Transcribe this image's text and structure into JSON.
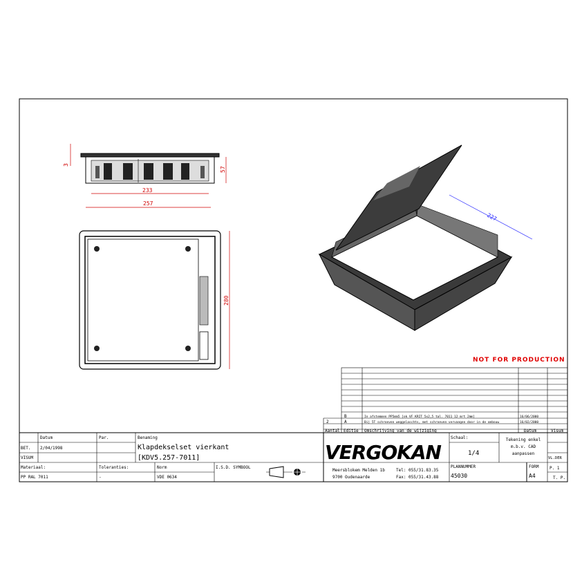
{
  "dimensions": {
    "d3": "3",
    "d57": "57",
    "d233": "233",
    "d257": "257",
    "d280": "280",
    "d227": "227"
  },
  "notice": "NOT FOR PRODUCTION",
  "revisions": {
    "rows": [
      {
        "aantal": "",
        "editie": "B",
        "omschrijving": "In afstemmen PP5mm5 [ok VF KRIT 5x2,5 tal. 7011 12 mrt 2mm]",
        "datum": "16/06/2000",
        "visum": ""
      },
      {
        "aantal": "2",
        "editie": "A",
        "omschrijving": "Bij 5T schroeven weggelaschts, met schroeven vervangen door in de ombouw",
        "datum": "16/02/2000",
        "visum": ""
      }
    ],
    "headers": {
      "aantal": "Aantal",
      "editie": "Editie",
      "omschrijving": "Omschrijving van de wijziging",
      "datum": "Datum",
      "visum": "Visum"
    }
  },
  "title_block": {
    "datum_label": "Datum",
    "par_label": "Par.",
    "benaming_label": "Benaming",
    "bet_label": "BET.",
    "bet_date": "2/04/1998",
    "visum_label": "VISUM",
    "title_line1": "Klapdekselset vierkant",
    "title_line2": "[KDV5.257-7011]",
    "materiaal_label": "Materiaal:",
    "materiaal_value": "PP RAL 7011",
    "toleranties_label": "Toleranties:",
    "toleranties_value": "-",
    "norm_label": "Norm",
    "norm_value": "VDE 0634",
    "isd_label": "I.S.D. SYMBOOL",
    "company_logo": "VERGOKAN",
    "address_line1": "Meersblokem Melden 1b",
    "address_line2": "9700 Oudenaarde",
    "tel": "Tel: 055/31.83.35",
    "fax": "Fax: 055/31.43.88",
    "schaal_label": "Schaal:",
    "schaal_value": "1/4",
    "note_line1": "Tekening enkel",
    "note_line2": "m.b.v. CAD",
    "note_line3": "aanpassen",
    "planummer_label": "PLANNUMMER",
    "planummer_value": "45030",
    "form_label": "FORM",
    "form_value": "A4",
    "vl_der": "VL.DER",
    "p1": "P. 1",
    "tp": "T. P."
  }
}
